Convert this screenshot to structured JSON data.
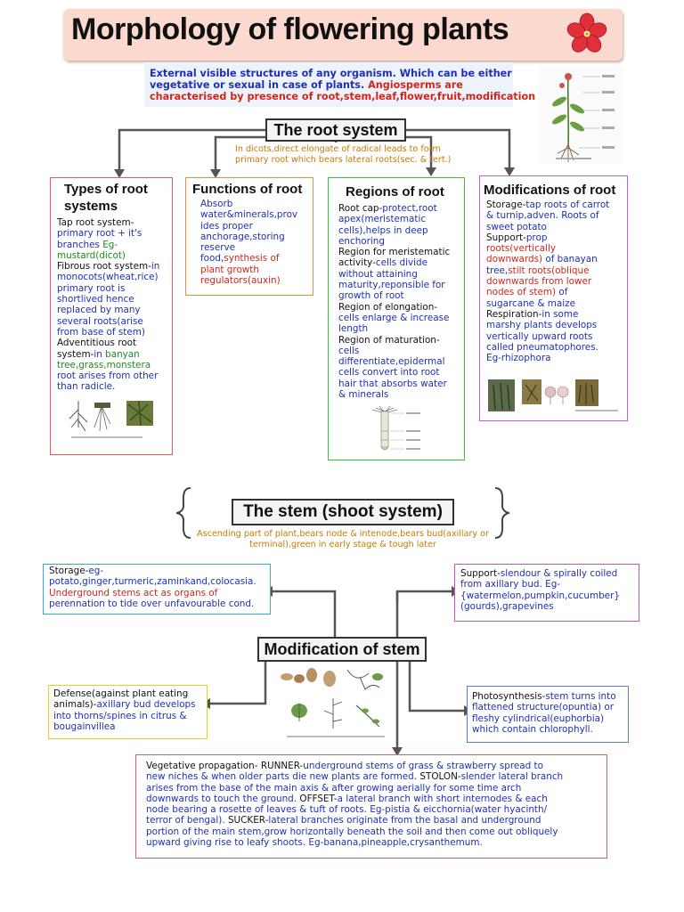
{
  "title": "Morphology of flowering plants",
  "intro": {
    "line1": "External visible structures of any organism. Which can be either",
    "line2_a": "vegetative or sexual in case of plants. ",
    "line2_b": "Angiosperms are",
    "line3": "characterised by presence of root,stem,leaf,flower,fruit,modification"
  },
  "root_system": {
    "header": "The root system",
    "note_line1": "In dicots,direct elongate of radical leads to form",
    "note_line2": "primary root which bears lateral roots(sec. & tert.)",
    "types": {
      "title1": "Types of root",
      "title2": "systems",
      "l1": "Tap root system-",
      "l2": "primary root + it's",
      "l3a": "branches ",
      "l3b": "Eg-",
      "l4": "mustard(dicot)",
      "l5a": "Fibrous root system-",
      "l5b": "in",
      "l6": "monocots(wheat,rice)",
      "l7": "primary root  is",
      "l8": "shortlived hence",
      "l9": "replaced by many",
      "l10": "several roots(arise",
      "l11": "from base of stem)",
      "l12": "Adventitious root",
      "l13a": "system-",
      "l13b": "in ",
      "l13c": "banyan",
      "l14a": "tree,grass,monstera",
      "l15": "root arises from other",
      "l16": "than radicle."
    },
    "functions": {
      "title": "Functions of root",
      "l1": "Absorb",
      "l2": "water&minerals,prov",
      "l3": "ides proper",
      "l4": "anchorage,storing",
      "l5": "reserve",
      "l6a": "food,",
      "l6b": "synthesis of",
      "l7": "plant growth",
      "l8": "regulators(auxin)"
    },
    "regions": {
      "title": "Regions of root",
      "l1a": "Root cap-",
      "l1b": "protect,root",
      "l2": "apex(meristematic",
      "l3": "cells),helps in deep",
      "l4": "enchoring",
      "l5": "Region for meristematic",
      "l6a": "activity-",
      "l6b": "cells divide",
      "l7": "without attaining",
      "l8": "maturity,reponsible for",
      "l9": "growth of root",
      "l10": "Region of elongation-",
      "l11": "cells enlarge & increase",
      "l12": "length",
      "l13": "Region of maturation-",
      "l14": "cells",
      "l15": "differentiate,epidermal",
      "l16": "cells convert into root",
      "l17": "hair that absorbs water",
      "l18": "& minerals"
    },
    "modifications": {
      "title": "Modifications of root",
      "l1a": "Storage-",
      "l1b": "tap roots of carrot",
      "l2": "& turnip,adven. Roots of",
      "l3": "sweet potato",
      "l4a": "Support-",
      "l4b": "prop",
      "l5": "roots(vertically",
      "l6a": "downwards)",
      "l6b": " of banayan",
      "l7a": "tree,",
      "l7b": "stilt roots(oblique",
      "l8": "downwards from lower",
      "l9": "nodes of stem)",
      "l9b": " of",
      "l10": "sugarcane & maize",
      "l11a": "Respiration-",
      "l11b": "in some",
      "l12": "marshy plants develops",
      "l13": "vertically upward roots",
      "l14": "called pneumatophores.",
      "l15": "Eg-rhizophora"
    }
  },
  "stem_system": {
    "header": "The stem (shoot system)",
    "note_line1": "Ascending part of plant,bears node & intenode,bears bud(axillary or",
    "note_line2": "terminal),green in early stage & tough later",
    "mod_header": "Modification of stem",
    "storage": {
      "l1a": "Storage-",
      "l1b": "eg-",
      "l2": "potato,ginger,turmeric,zaminkand,colocasia.",
      "l3": "Underground stems act as organs of",
      "l4": "perennation to tide over unfavourable cond."
    },
    "support": {
      "l1a": "Support-",
      "l1b": "slendour & spirally coiled",
      "l2": "from axillary bud. Eg-",
      "l3": "{watermelon,pumpkin,cucumber}",
      "l4": "(gourds),grapevines"
    },
    "defense": {
      "l1": "Defense(against plant eating",
      "l2a": "animals)-",
      "l2b": "axillary bud develops",
      "l3": "into thorns/spines in citrus &",
      "l4": "bougainvillea"
    },
    "photosynthesis": {
      "l1a": "Photosynthesis-",
      "l1b": "stem turns into",
      "l2": "flattened structure(opuntia) or",
      "l3": "fleshy cylindrical(euphorbia)",
      "l4": "which contain chlorophyll."
    },
    "vegetative": {
      "l1a": "Vegetative propagation- ",
      "l1b": "RUNNER-",
      "l1c": "underground stems of grass & strawberry spread to",
      "l2": "new niches & when older parts die new plants are formed. ",
      "l2b": "STOLON-",
      "l2c": "slender lateral branch",
      "l3": "arises from the base of the main axis & after growing aerially for some time arch",
      "l4a": "downwards to touch the ground. ",
      "l4b": "OFFSET-",
      "l4c": "a lateral branch with short internodes & each",
      "l5": "node bearing a rosette of leaves & tuft of roots. Eg-pistia & eicchornia(water hyacinth/",
      "l6a": "terror of bengal). ",
      "l6b": "SUCKER-",
      "l6c": "lateral branches originate from the basal and underground",
      "l7": "portion of the main stem,grow horizontally beneath the soil and then come out obliquely",
      "l8": "upward giving rise to leafy shoots. Eg-banana,pineapple,crysanthemum."
    }
  },
  "colors": {
    "title_bg": "#fbd9cf",
    "blue_text": "#1f2fb8",
    "red_text": "#d0261c",
    "orange_text": "#c87a00",
    "green_text": "#1f8a1f"
  },
  "icons": [
    "hibiscus-flower-icon"
  ]
}
